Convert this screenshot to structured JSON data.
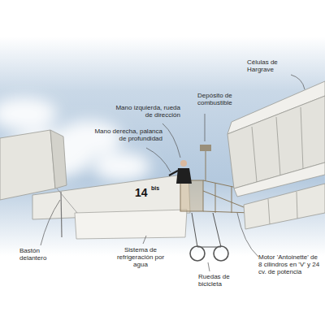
{
  "diagram": {
    "labels": [
      "Células de Hargrave",
      "Depósito de combustible",
      "Mano izquierda, rueda de dirección",
      "Mano derecha, palanca de profundidad",
      "Bastón delantero",
      "Sistema de refrigeración por agua",
      "Ruedas de bicicleta",
      "Motor 'Antoinette' de 8 cilindros en 'V' y 24 cv. de potencia",
      "14",
      "bis"
    ]
  }
}
